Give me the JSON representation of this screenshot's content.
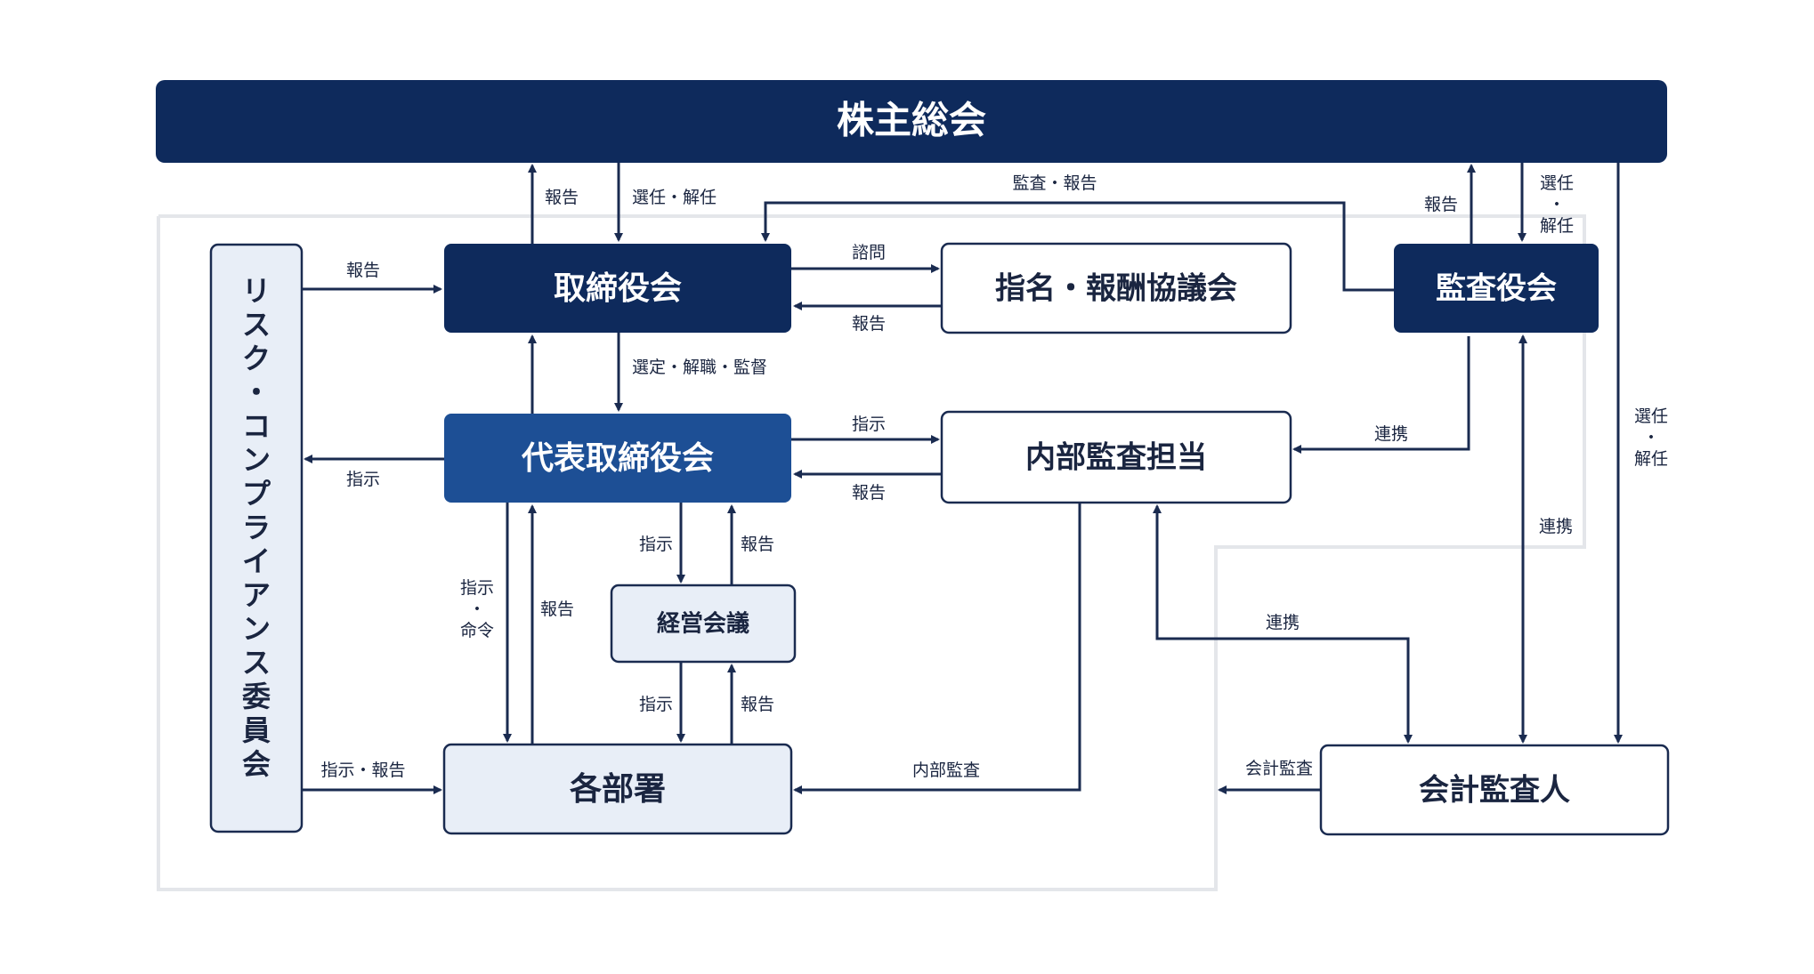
{
  "nodes": {
    "shareholders": "株主総会",
    "board": "取締役会",
    "nomination": "指名・報酬協議会",
    "audit_board": "監査役会",
    "risk_committee": "リスク・コンプライアンス委員会",
    "representative": "代表取締役会",
    "internal_audit": "内部監査担当",
    "management_meeting": "経営会議",
    "departments": "各部署",
    "accounting_auditor": "会計監査人"
  },
  "labels": {
    "board_report_up": "報告",
    "board_elect": "選任・解任",
    "audit_report_board": "監査・報告",
    "audit_report_up": "報告",
    "audit_elect": [
      "選任",
      "・",
      "解任"
    ],
    "risk_report": "報告",
    "consult": "諮問",
    "nomination_report": "報告",
    "board_select": "選定・解職・監督",
    "rep_instruct_risk": "指示",
    "rep_instruct_ia": "指示",
    "ia_report_rep": "報告",
    "ia_coop_audit": "連携",
    "acc_elect": [
      "選任",
      "・",
      "解任"
    ],
    "acc_coop_audit": "連携",
    "rep_instruct_mm": "指示",
    "mm_report_rep": "報告",
    "rep_order_dept": [
      "指示",
      "・",
      "命令"
    ],
    "dept_report_rep": "報告",
    "mm_instruct_dept": "指示",
    "dept_report_mm": "報告",
    "ia_coop_acc": "連携",
    "risk_to_dept": "指示・報告",
    "internal_audit_label": "内部監査",
    "acc_audit_label": "会計監査"
  },
  "colors": {
    "dark": "#0e2a5c",
    "mid": "#1d4f95",
    "light_fill": "#e8eef7",
    "line": "#1a2b50",
    "frame": "#e4e6ea"
  }
}
